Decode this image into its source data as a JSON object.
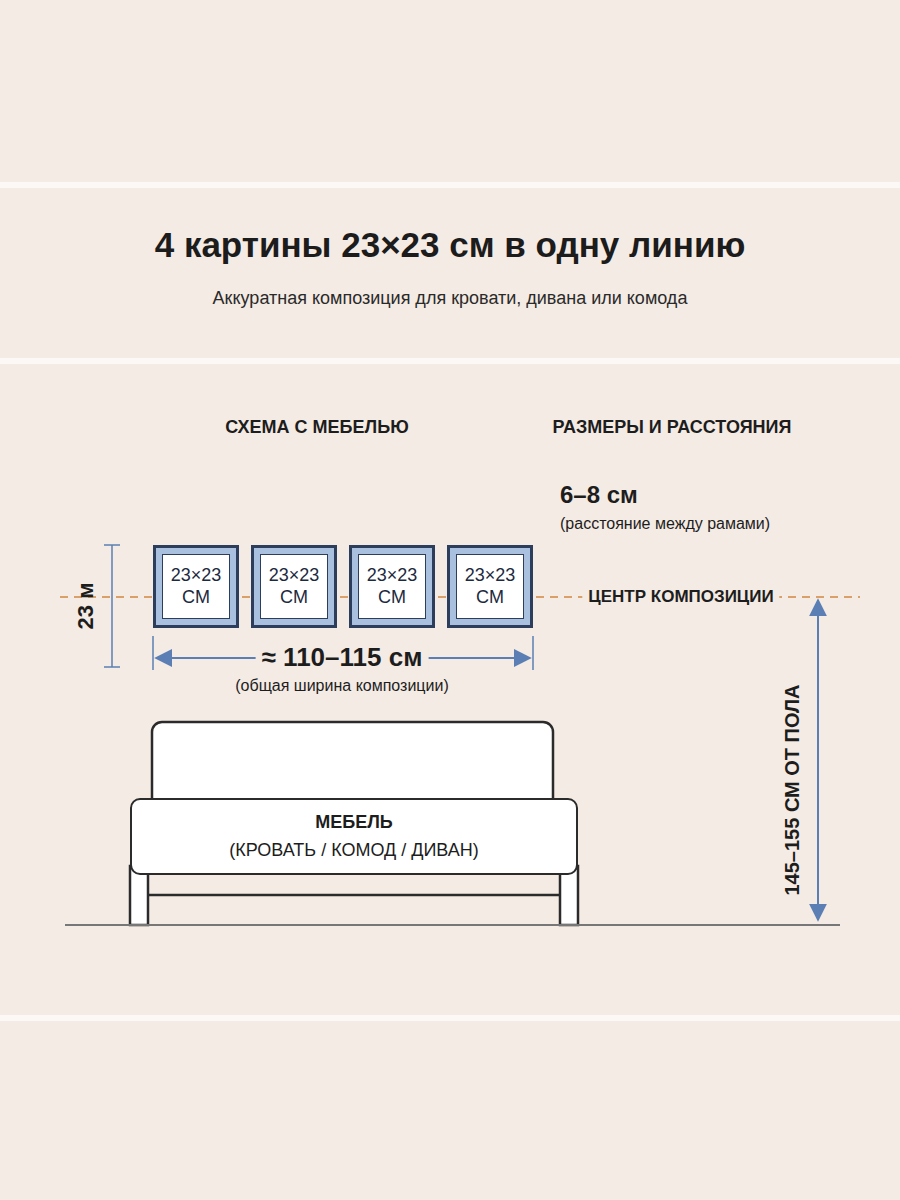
{
  "diagram": {
    "title": "4 картины 23×23 см в одну линию",
    "nodes": [
      {
        "text": [
          "23×23 СМ"
        ]
      },
      {
        "text": [
          "23×23 СМ"
        ]
      },
      {
        "text": [
          "23×23 СМ"
        ]
      },
      {
        "text": [
          "23×23 СМ"
        ]
      },
      {
        "text": [
          "МЕБЕЛЬ",
          "(КРОВАТЬ / КОМОД / ДИВАН)"
        ]
      }
    ],
    "labels": [
      "Аккуратная композиция для кровати, дивана или комода",
      "СХЕМА С МЕБЕЛЬЮ",
      "РАЗМЕРЫ И РАССТОЯНИЯ",
      "6–8 см",
      "(расстояние между рамами)",
      "23 м",
      "ЦЕНТР КОМПОЗИЦИИ",
      "≈ 110–115 см",
      "(общая ширина композиции)",
      "145–155 СМ ОТ ПОЛА"
    ]
  }
}
